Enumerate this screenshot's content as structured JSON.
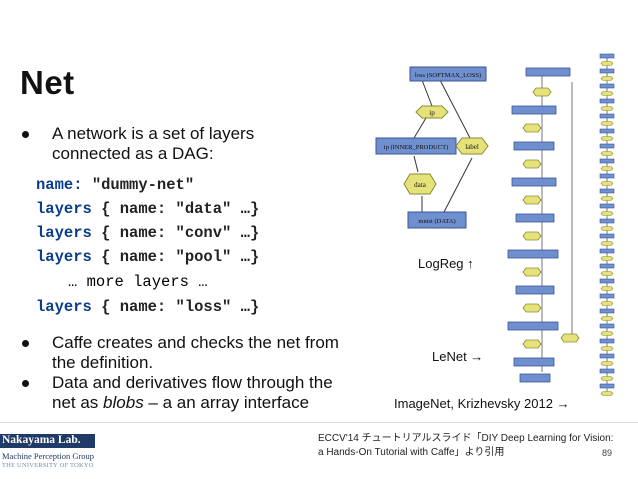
{
  "slide": {
    "title": "Net",
    "bullet1_line1": "A network is a set of layers",
    "bullet1_line2": "connected as a DAG:",
    "code": {
      "line1_key": "name:",
      "line1_val": " \"dummy-net\"",
      "line2_key": "layers",
      "line2_val": " { name: \"data\" …}",
      "line3_key": "layers",
      "line3_val": " { name: \"conv\" …}",
      "line4_key": "layers",
      "line4_val": " { name: \"pool\" …}",
      "line5": "… more layers …",
      "line6_key": "layers",
      "line6_val": " { name: \"loss\" …}"
    },
    "bullet2_line1": "Caffe creates and checks the net from",
    "bullet2_line2": "the definition.",
    "bullet3_line1": "Data and derivatives flow through the",
    "bullet3_line2_a": "net as ",
    "bullet3_line2_b": "blobs",
    "bullet3_line2_c": " – a an array interface"
  },
  "diagram": {
    "nodes": {
      "loss": "loss (SOFTMAX_LOSS)",
      "ip_blob": "ip",
      "ip_layer": "ip (INNER_PRODUCT)",
      "label": "label",
      "data": "data",
      "mnist": "mnist (DATA)"
    },
    "logreg_label": "LogReg ↑",
    "lenet_label": "LeNet →",
    "imagenet_label": "ImageNet, Krizhevsky 2012 →",
    "colors": {
      "layer_fill": "#6f8fce",
      "layer_stroke": "#3a5696",
      "blob_fill": "#e6e27a",
      "blob_stroke": "#8a8a30"
    }
  },
  "footer": {
    "logo_name": "Nakayama Lab.",
    "logo_sub1": "Machine Perception Group",
    "logo_sub2": "THE UNIVERSITY OF TOKYO",
    "citation_line1": "ECCV'14 チュートリアルスライド「DIY Deep Learning for Vision:",
    "citation_line2": "a Hands-On Tutorial with Caffe」より引用",
    "page_number": "89"
  }
}
